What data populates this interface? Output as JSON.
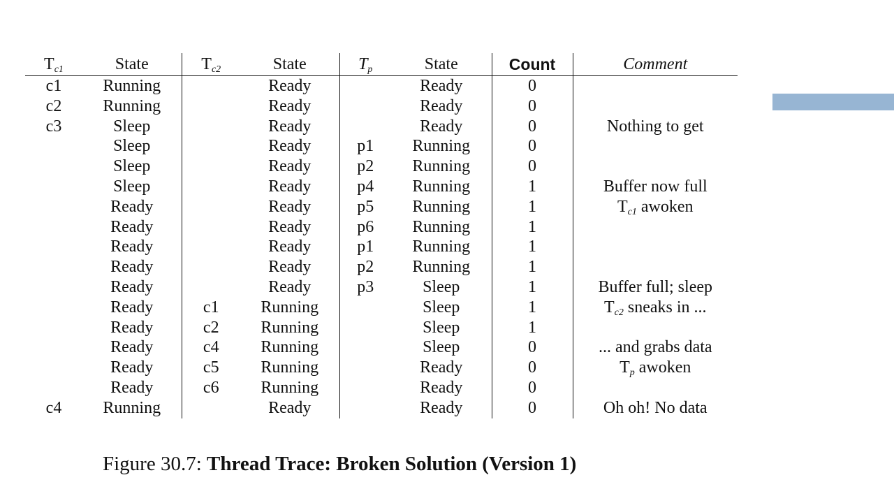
{
  "theme": {
    "accent_bar_color": "#97b5d3"
  },
  "table": {
    "headers": {
      "tc1": "T",
      "tc1_sub": "c1",
      "state1": "State",
      "tc2": "T",
      "tc2_sub": "c2",
      "state2": "State",
      "tp": "T",
      "tp_sub": "p",
      "statep": "State",
      "count": "Count",
      "comment": "Comment"
    },
    "rows": [
      {
        "tc1": "c1",
        "s1": "Running",
        "tc2": "",
        "s2": "Ready",
        "tp": "",
        "sp": "Ready",
        "count": "0",
        "comment": ""
      },
      {
        "tc1": "c2",
        "s1": "Running",
        "tc2": "",
        "s2": "Ready",
        "tp": "",
        "sp": "Ready",
        "count": "0",
        "comment": ""
      },
      {
        "tc1": "c3",
        "s1": "Sleep",
        "tc2": "",
        "s2": "Ready",
        "tp": "",
        "sp": "Ready",
        "count": "0",
        "comment": "Nothing to get"
      },
      {
        "tc1": "",
        "s1": "Sleep",
        "tc2": "",
        "s2": "Ready",
        "tp": "p1",
        "sp": "Running",
        "count": "0",
        "comment": ""
      },
      {
        "tc1": "",
        "s1": "Sleep",
        "tc2": "",
        "s2": "Ready",
        "tp": "p2",
        "sp": "Running",
        "count": "0",
        "comment": ""
      },
      {
        "tc1": "",
        "s1": "Sleep",
        "tc2": "",
        "s2": "Ready",
        "tp": "p4",
        "sp": "Running",
        "count": "1",
        "comment": "Buffer now full"
      },
      {
        "tc1": "",
        "s1": "Ready",
        "tc2": "",
        "s2": "Ready",
        "tp": "p5",
        "sp": "Running",
        "count": "1",
        "comment": "",
        "comment_t": "T",
        "comment_sub": "c1",
        "comment_rest": " awoken"
      },
      {
        "tc1": "",
        "s1": "Ready",
        "tc2": "",
        "s2": "Ready",
        "tp": "p6",
        "sp": "Running",
        "count": "1",
        "comment": ""
      },
      {
        "tc1": "",
        "s1": "Ready",
        "tc2": "",
        "s2": "Ready",
        "tp": "p1",
        "sp": "Running",
        "count": "1",
        "comment": ""
      },
      {
        "tc1": "",
        "s1": "Ready",
        "tc2": "",
        "s2": "Ready",
        "tp": "p2",
        "sp": "Running",
        "count": "1",
        "comment": ""
      },
      {
        "tc1": "",
        "s1": "Ready",
        "tc2": "",
        "s2": "Ready",
        "tp": "p3",
        "sp": "Sleep",
        "count": "1",
        "comment": "Buffer full; sleep"
      },
      {
        "tc1": "",
        "s1": "Ready",
        "tc2": "c1",
        "s2": "Running",
        "tp": "",
        "sp": "Sleep",
        "count": "1",
        "comment": "",
        "comment_t": "T",
        "comment_sub": "c2",
        "comment_rest": " sneaks in ..."
      },
      {
        "tc1": "",
        "s1": "Ready",
        "tc2": "c2",
        "s2": "Running",
        "tp": "",
        "sp": "Sleep",
        "count": "1",
        "comment": ""
      },
      {
        "tc1": "",
        "s1": "Ready",
        "tc2": "c4",
        "s2": "Running",
        "tp": "",
        "sp": "Sleep",
        "count": "0",
        "comment": "... and grabs data"
      },
      {
        "tc1": "",
        "s1": "Ready",
        "tc2": "c5",
        "s2": "Running",
        "tp": "",
        "sp": "Ready",
        "count": "0",
        "comment": "",
        "comment_t": "T",
        "comment_sub": "p",
        "comment_rest": " awoken"
      },
      {
        "tc1": "",
        "s1": "Ready",
        "tc2": "c6",
        "s2": "Running",
        "tp": "",
        "sp": "Ready",
        "count": "0",
        "comment": ""
      },
      {
        "tc1": "c4",
        "s1": "Running",
        "tc2": "",
        "s2": "Ready",
        "tp": "",
        "sp": "Ready",
        "count": "0",
        "comment": "Oh oh! No data"
      }
    ]
  },
  "caption": {
    "prefix": "Figure 30.7: ",
    "title": "Thread Trace: Broken Solution (Version 1)"
  }
}
